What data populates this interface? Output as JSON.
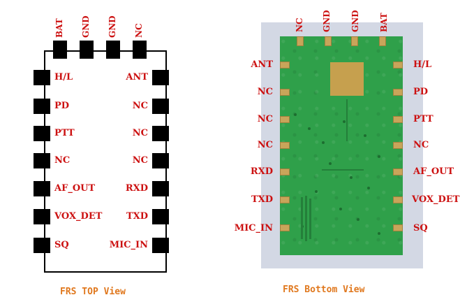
{
  "top_view": {
    "top_pins": [
      "BAT",
      "GND",
      "GND",
      "NC"
    ],
    "left_pins": [
      "H/L",
      "PD",
      "PTT",
      "NC",
      "AF_OUT",
      "VOX_DET",
      "SQ"
    ],
    "right_pins": [
      "ANT",
      "NC",
      "NC",
      "NC",
      "RXD",
      "TXD",
      "MIC_IN"
    ],
    "caption": "FRS TOP View"
  },
  "bottom_view": {
    "top_pins": [
      "NC",
      "GND",
      "GND",
      "BAT"
    ],
    "left_pins": [
      "ANT",
      "NC",
      "NC",
      "NC",
      "RXD",
      "TXD",
      "MIC_IN"
    ],
    "right_pins": [
      "H/L",
      "PD",
      "PTT",
      "NC",
      "AF_OUT",
      "VOX_DET",
      "SQ"
    ],
    "caption": "FRS Bottom View"
  },
  "colors": {
    "label": "#cc1111",
    "caption": "#e0781e",
    "pcb": "#2fa04a",
    "pad": "#c8a55a"
  }
}
